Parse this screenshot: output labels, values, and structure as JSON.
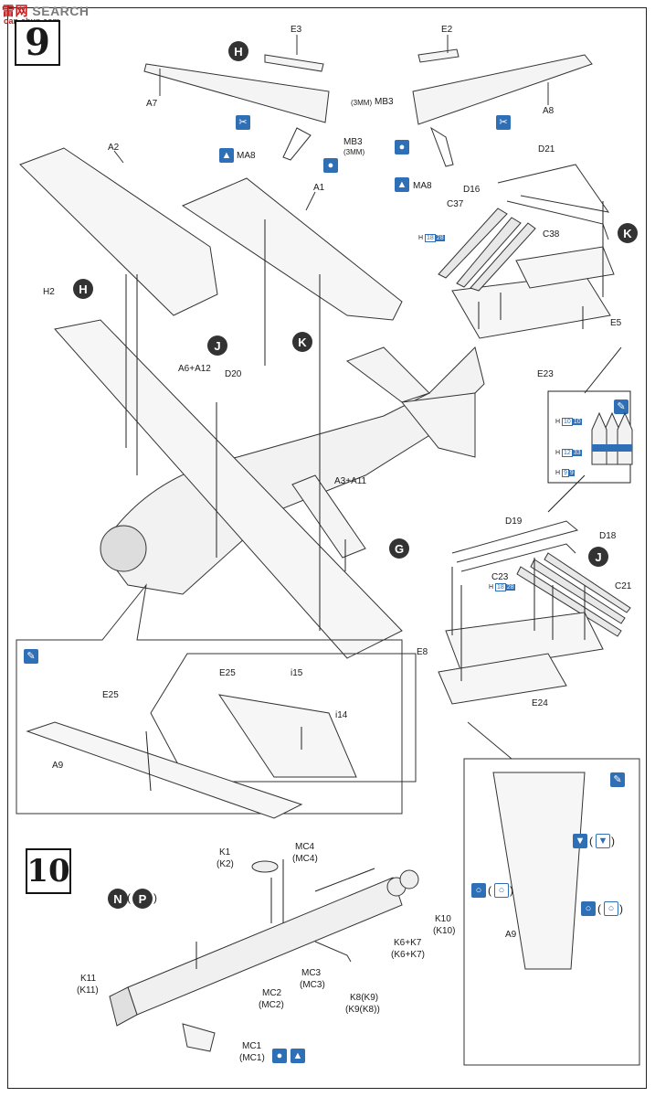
{
  "watermark": {
    "brand_cn": "雷",
    "brand_cn2": "网",
    "brand_en": "SEARCH",
    "url": "oan-shun.com"
  },
  "steps": {
    "step9": "9",
    "step10": "10"
  },
  "callouts": {
    "H": "H",
    "J": "J",
    "K": "K",
    "G": "G",
    "N": "N",
    "P": "P"
  },
  "paren_open": "(",
  "paren_close": ")",
  "labels": {
    "E3": "E3",
    "E2": "E2",
    "A7": "A7",
    "A8": "A8",
    "MB3_left_note": "(3MM)",
    "MB3_left": "MB3",
    "MB3_right": "MB3",
    "MB3_right_note": "(3MM)",
    "MA8_left": "MA8",
    "MA8_right": "MA8",
    "A2": "A2",
    "A1": "A1",
    "D21": "D21",
    "D16": "D16",
    "C37": "C37",
    "C38": "C38",
    "E5": "E5",
    "E23": "E23",
    "H2": "H2",
    "A6_A12": "A6+A12",
    "D20": "D20",
    "A3_A11": "A3+A11",
    "D19": "D19",
    "D18": "D18",
    "C23": "C23",
    "C21": "C21",
    "E8": "E8",
    "E24": "E24",
    "E25_a": "E25",
    "E25_b": "E25",
    "i15": "i15",
    "i14": "i14",
    "A9_a": "A9",
    "A9_b": "A9",
    "K1": "K1",
    "K2": "(K2)",
    "MC4": "MC4",
    "MC4b": "(MC4)",
    "K10": "K10",
    "K10b": "(K10)",
    "K6K7": "K6+K7",
    "K6K7b": "(K6+K7)",
    "MC3": "MC3",
    "MC3b": "(MC3)",
    "K8K9": "K8(K9)",
    "K9K8": "(K9(K8))",
    "MC2": "MC2",
    "MC2b": "(MC2)",
    "K11": "K11",
    "K11b": "(K11)",
    "MC1": "MC1",
    "MC1b": "(MC1)"
  },
  "h_chips": {
    "c37": {
      "h": "H",
      "a": "18",
      "b": "28"
    },
    "ammo1": {
      "h": "H",
      "a": "10",
      "b": "10"
    },
    "ammo2": {
      "h": "H",
      "a": "12",
      "b": "33"
    },
    "ammo3": {
      "h": "H",
      "a": "9",
      "b": "9"
    },
    "c23": {
      "h": "H",
      "a": "18",
      "b": "28"
    }
  },
  "icons": {
    "paint": "paint-brush-icon",
    "cement": "cement-drop-icon",
    "remove": "cut-remove-icon",
    "open": "open-hole-icon",
    "fill": "fill-hole-icon"
  },
  "colors": {
    "accent": "#2f6fb5",
    "ink": "#1a1a1a",
    "step_box": "#111111"
  }
}
